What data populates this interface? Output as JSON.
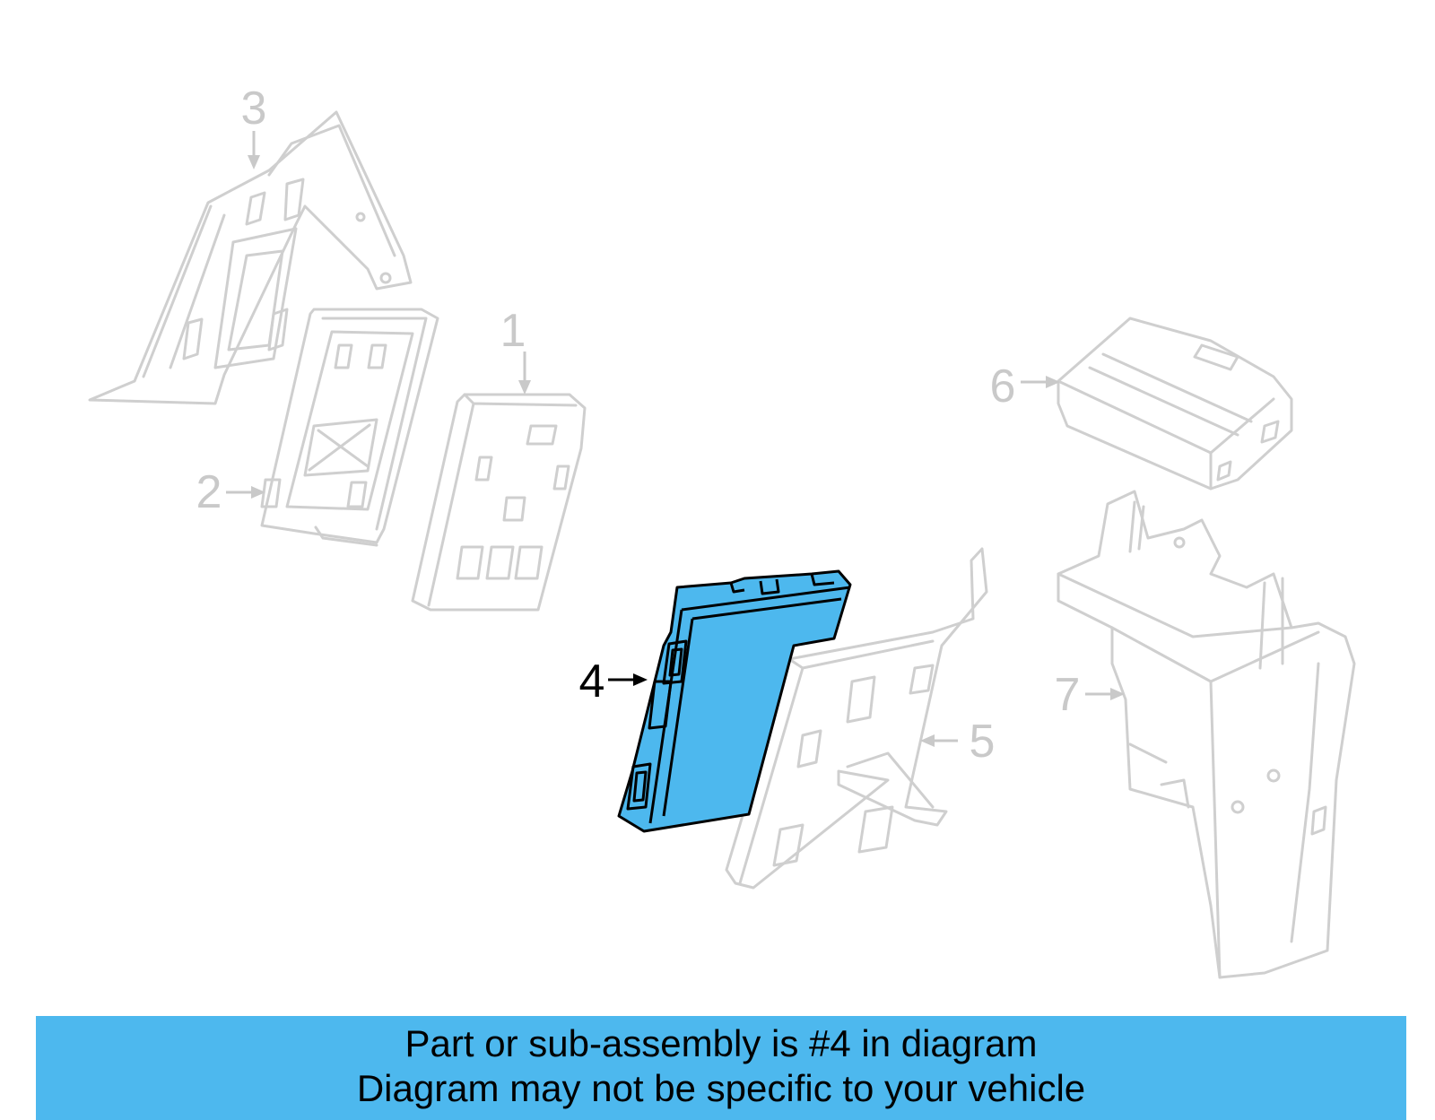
{
  "diagram": {
    "callouts": [
      {
        "id": "1",
        "label": "1"
      },
      {
        "id": "2",
        "label": "2"
      },
      {
        "id": "3",
        "label": "3"
      },
      {
        "id": "4",
        "label": "4",
        "highlighted": true
      },
      {
        "id": "5",
        "label": "5"
      },
      {
        "id": "6",
        "label": "6"
      },
      {
        "id": "7",
        "label": "7"
      }
    ]
  },
  "banner": {
    "line1": "Part or sub-assembly is #4 in diagram",
    "line2": "Diagram may not be specific to your vehicle"
  },
  "colors": {
    "highlight": "#4db8ee",
    "banner_bg": "#4db8ee",
    "ghost_stroke": "#cfcfcf",
    "ghost_text": "#c9c9c9"
  }
}
